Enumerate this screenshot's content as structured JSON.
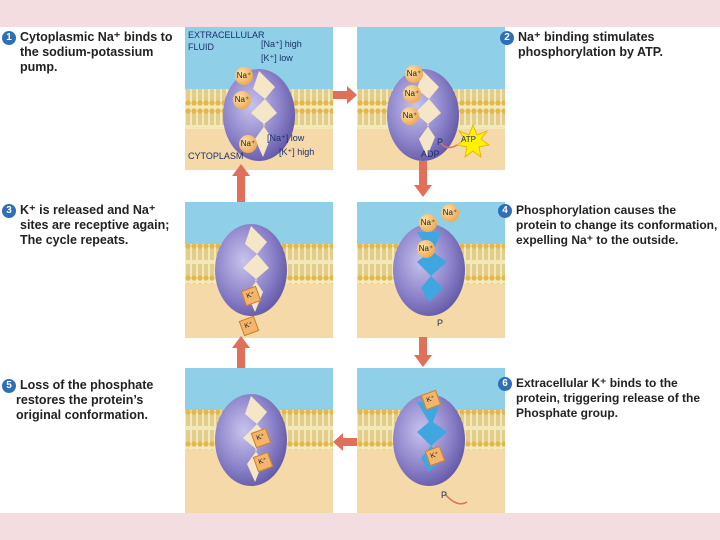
{
  "captions": [
    {
      "num": "1",
      "lines": [
        "Cytoplasmic Na⁺ binds to",
        "the sodium-potassium",
        "pump."
      ]
    },
    {
      "num": "2",
      "lines": [
        "Na⁺ binding stimulates",
        "phosphorylation by ATP."
      ]
    },
    {
      "num": "3",
      "lines": [
        "K⁺ is released and Na⁺",
        "sites are receptive again;",
        "The cycle repeats."
      ]
    },
    {
      "num": "4",
      "lines": [
        "Phosphorylation causes the",
        "protein to change its conformation,",
        "expelling Na⁺ to the outside."
      ]
    },
    {
      "num": "5",
      "lines": [
        "Loss of the phosphate",
        "restores the protein’s",
        "original conformation."
      ]
    },
    {
      "num": "6",
      "lines": [
        "Extracellular K⁺ binds to the",
        "protein, triggering release of the",
        "Phosphate group."
      ]
    }
  ],
  "labels": {
    "extracellular_1": "EXTRACELLULAR",
    "extracellular_2": "FLUID",
    "na_high": "[Na⁺] high",
    "k_low": "[K⁺] low",
    "na_low": "[Na⁺] low",
    "k_high": "[K⁺] high",
    "cytoplasm": "CYTOPLASM",
    "na": "Na⁺",
    "k": "K⁺",
    "atp": "ATP",
    "adp": "ADP",
    "p": "P"
  },
  "colors": {
    "extracellular": "#8fd0e8",
    "cytoplasm": "#f6d9a8",
    "protein": "#8a80c8",
    "arrow": "#e0705a",
    "number_badge": "#2f6fb6"
  }
}
